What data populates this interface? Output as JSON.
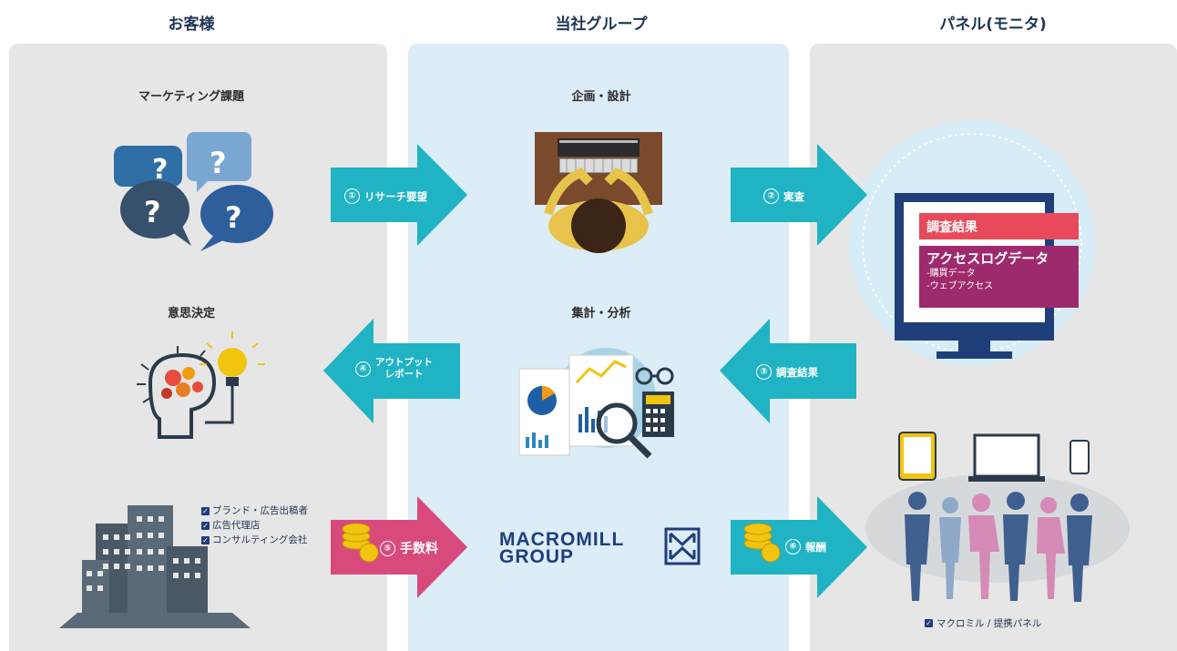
{
  "columns": {
    "customer": "お客様",
    "group": "当社グループ",
    "panel": "パネル(モニタ)"
  },
  "labels": {
    "marketing_issue": "マーケティング課題",
    "decision": "意思決定",
    "planning": "企画・設計",
    "analysis": "集計・分析"
  },
  "arrows": {
    "research_request": {
      "num": "①",
      "text": "リサーチ要望"
    },
    "implement": {
      "num": "②",
      "text": "実査"
    },
    "survey_results": {
      "num": "③",
      "text": "調査結果"
    },
    "output_report": {
      "num": "④",
      "text_line1": "アウトプット",
      "text_line2": "レポート"
    },
    "fee": {
      "num": "⑤",
      "text": "手数料"
    },
    "reward": {
      "num": "⑥",
      "text": "報酬"
    }
  },
  "customer_types": [
    "ブランド・広告出稿者",
    "広告代理店",
    "コンサルティング会社"
  ],
  "monitor": {
    "result_label": "調査結果",
    "access_title": "アクセスログデータ",
    "access_items": [
      "-購買データ",
      "-ウェブアクセス"
    ]
  },
  "logo": {
    "line1": "MACROMILL",
    "line2": "GROUP"
  },
  "panel_footer": "マクロミル / 提携パネル",
  "check_mark": "✓",
  "colors": {
    "teal": "#1fb3c3",
    "pink": "#d94a7c",
    "navy": "#1e3555",
    "blue_panel": "#dcedf8",
    "grey_panel": "#e6e6e6"
  }
}
